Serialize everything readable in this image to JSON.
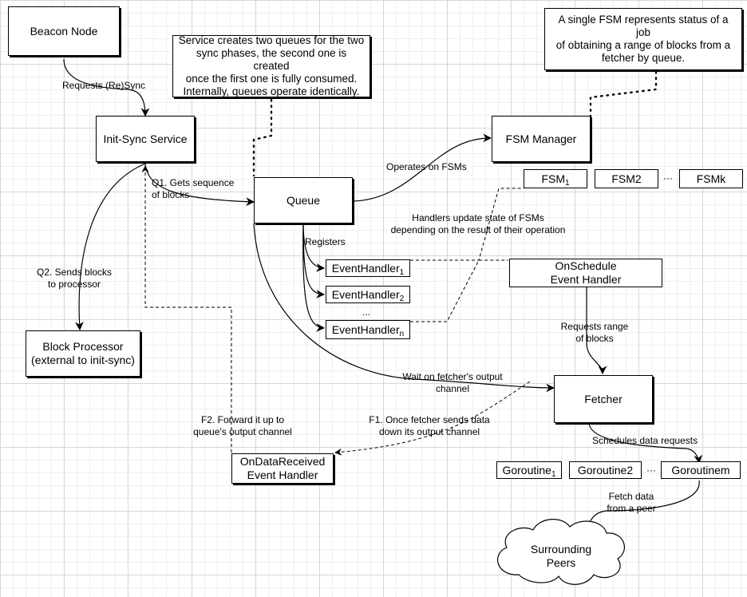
{
  "nodes": {
    "beacon_node": "Beacon Node",
    "init_sync_service": "Init-Sync Service",
    "block_processor": [
      "Block Processor",
      "(external to init-sync)"
    ],
    "queue": "Queue",
    "fsm_manager": "FSM Manager",
    "fsm_1": {
      "base": "FSM",
      "sub": "1"
    },
    "fsm_2": "FSM2",
    "fsm_k": "FSMk",
    "event_handler_1": {
      "base": "EventHandler",
      "sub": "1"
    },
    "event_handler_2": {
      "base": "EventHandler",
      "sub": "2"
    },
    "event_handler_n": {
      "base": "EventHandler",
      "sub": "n"
    },
    "on_schedule_handler": [
      "OnSchedule",
      "Event Handler"
    ],
    "fetcher": "Fetcher",
    "on_data_received_handler": [
      "OnDataReceived",
      "Event Handler"
    ],
    "goroutine_1": {
      "base": "Goroutine",
      "sub": "1"
    },
    "goroutine_2": "Goroutine2",
    "goroutine_m": "Goroutinem",
    "surrounding_peers": [
      "Surrounding",
      "Peers"
    ]
  },
  "notes": {
    "queues_note": [
      "Service creates two queues for the two",
      "sync phases, the second one is created",
      "once the first one is fully consumed.",
      "Internally, queues operate identically."
    ],
    "fsm_note": [
      "A single FSM represents status of a job",
      "of obtaining a range of blocks from a",
      "fetcher by queue."
    ]
  },
  "labels": {
    "requests_resync": "Requests (Re)Sync",
    "q1": [
      "Q1. Gets sequence",
      "of blocks"
    ],
    "q2": [
      "Q2. Sends blocks",
      "to processor"
    ],
    "operates_on_fsms": "Operates on FSMs",
    "registers": "Registers",
    "handlers_update": [
      "Handlers update state of FSMs",
      "depending on the result of their operation"
    ],
    "requests_range": [
      "Requests range",
      "of blocks"
    ],
    "wait_on_fetcher": [
      "Wait on fetcher's output",
      "channel"
    ],
    "f1": [
      "F1. Once fetcher sends data",
      "down its output channel"
    ],
    "f2": [
      "F2. Forward it up to",
      "queue's output channel"
    ],
    "schedules": "Schedules data requests",
    "fetch_data": [
      "Fetch data",
      "from a peer"
    ],
    "ellipsis": "···",
    "ellipsis_vertical": "..."
  }
}
